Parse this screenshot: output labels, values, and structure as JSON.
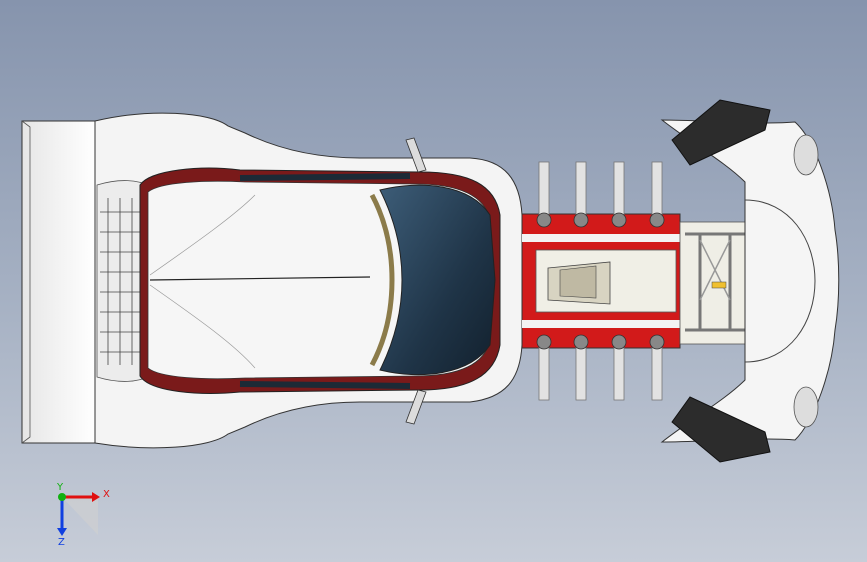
{
  "viewport": {
    "background_top": "#8694ad",
    "background_bottom": "#c7cdd8"
  },
  "model": {
    "body_color": "#f3f3f3",
    "accent_color": "#d01818",
    "glass_color": "#2e4a62",
    "stripe_color": "#7a1a1a"
  },
  "triad": {
    "x_label": "X",
    "y_label": "Y",
    "z_label": "Z",
    "x_color": "#e01010",
    "y_color": "#10b010",
    "z_color": "#1040e0"
  }
}
